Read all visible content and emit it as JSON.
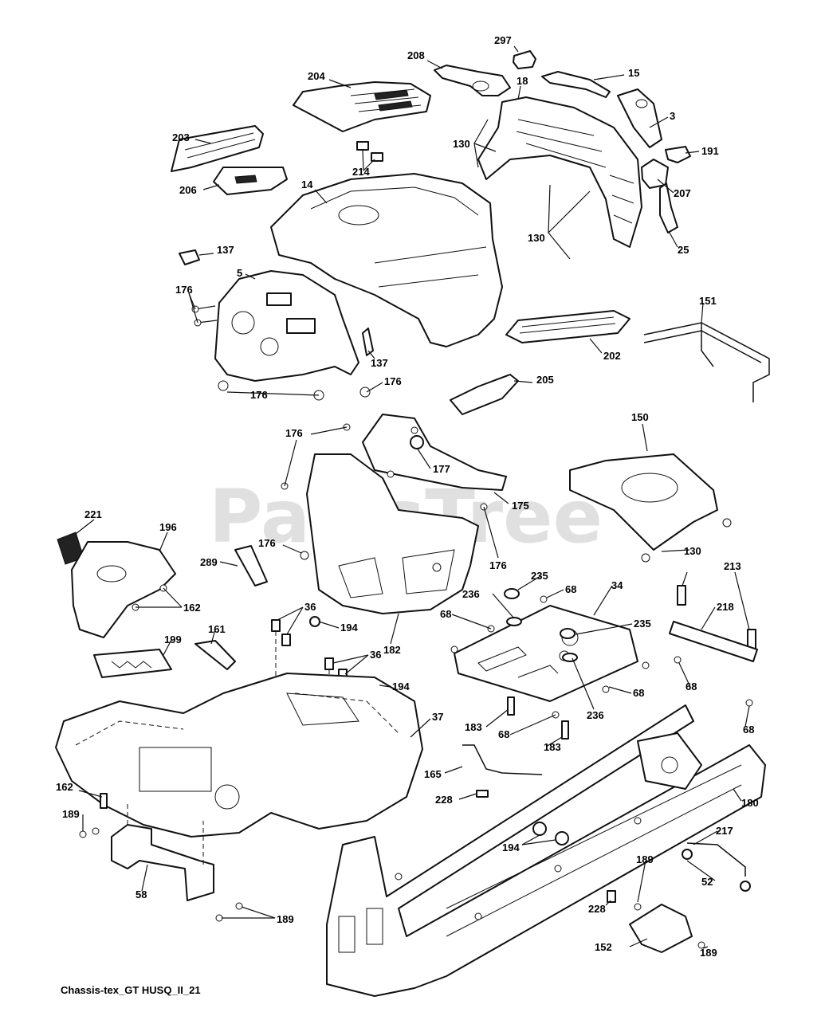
{
  "watermark": "PartsTree",
  "caption": "Chassis-tex_GT HUSQ_II_21",
  "labels": {
    "l297": "297",
    "l208": "208",
    "l204": "204",
    "l18": "18",
    "l15": "15",
    "l3": "3",
    "l203": "203",
    "l130a": "130",
    "l191": "191",
    "l214": "214",
    "l14": "14",
    "l207": "207",
    "l206": "206",
    "l130b": "130",
    "l25": "25",
    "l137a": "137",
    "l5": "5",
    "l176a": "176",
    "l151": "151",
    "l202": "202",
    "l137b": "137",
    "l176b": "176",
    "l176c": "176",
    "l205": "205",
    "l176d": "176",
    "l177": "177",
    "l150": "150",
    "l175": "175",
    "l221": "221",
    "l196": "196",
    "l176e": "176",
    "l289": "289",
    "l176f": "176",
    "l130c": "130",
    "l235a": "235",
    "l162a": "162",
    "l36a": "36",
    "l236a": "236",
    "l68a": "68",
    "l34": "34",
    "l213": "213",
    "l218": "218",
    "l182": "182",
    "l68b": "68",
    "l235b": "235",
    "l199": "199",
    "l161": "161",
    "l194a": "194",
    "l36b": "36",
    "l194b": "194",
    "l68c": "68",
    "l68d": "68",
    "l37": "37",
    "l183a": "183",
    "l68e": "68",
    "l236b": "236",
    "l183b": "183",
    "l68f": "68",
    "l165": "165",
    "l162b": "162",
    "l228a": "228",
    "l180": "180",
    "l189a": "189",
    "l194c": "194",
    "l217": "217",
    "l58": "58",
    "l189b": "189",
    "l52": "52",
    "l228b": "228",
    "l189c": "189",
    "l152": "152",
    "l189d": "189"
  }
}
